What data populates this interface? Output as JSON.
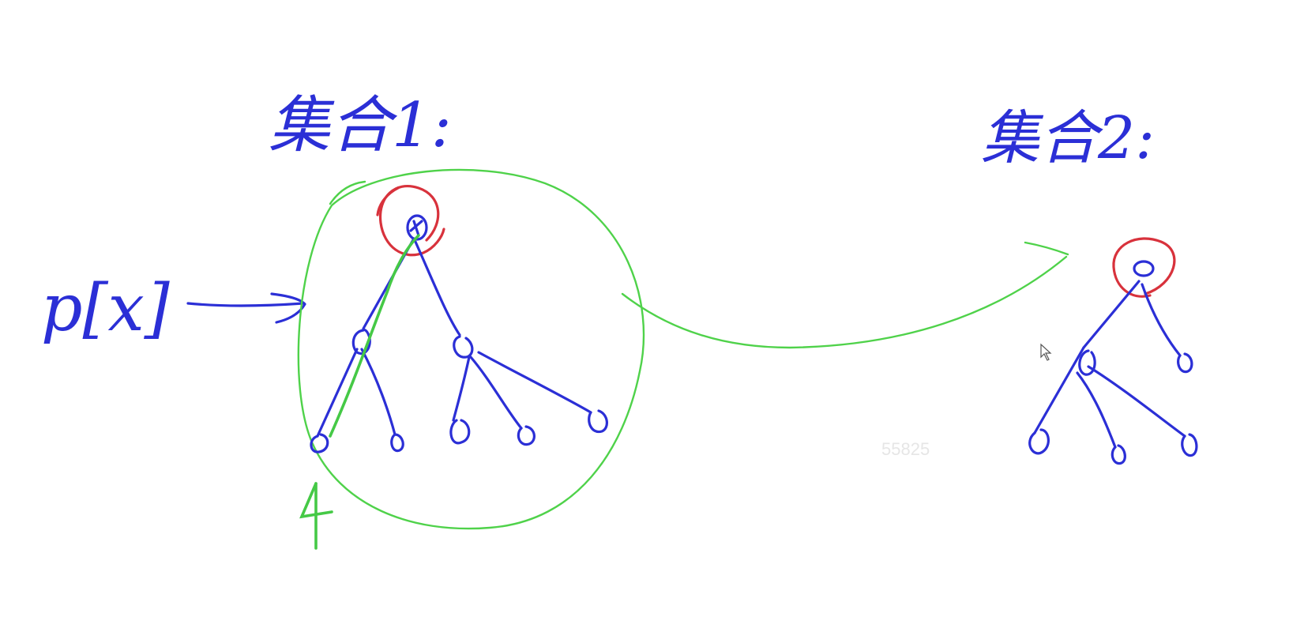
{
  "labels": {
    "set1": "集合1:",
    "set2": "集合2:",
    "px": "p[x]"
  },
  "watermark": "55825",
  "colors": {
    "tree": "#2b2fd6",
    "enclosure": "#4fd24a",
    "root_marker": "#d8323c",
    "background": "#ffffff"
  }
}
